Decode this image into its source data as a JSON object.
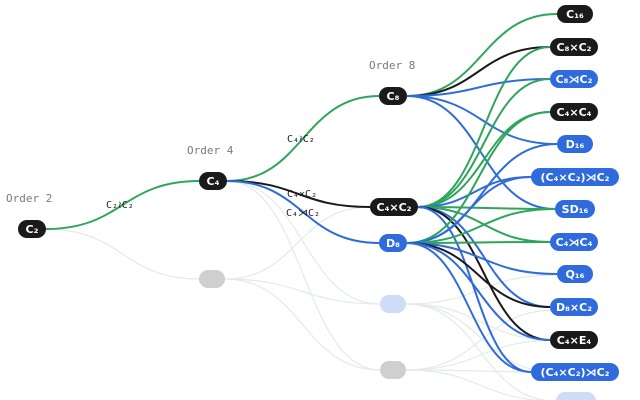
{
  "colors": {
    "background": "#ffffff",
    "green": "#2ea55a",
    "black": "#1a1a1a",
    "blue": "#2f6bdc",
    "ghost_gray": "#cfcfcf",
    "ghost_blue": "#cfdcf5",
    "faint_edge": "#e3ebe6",
    "order_label": "#7a7a7a"
  },
  "order_labels": [
    "Order 2",
    "Order 4",
    "Order 8"
  ],
  "edge_labels": [
    "C₂≀C₂",
    "C₄≀C₂",
    "C₄×C₂",
    "C₄⋊C₂"
  ],
  "nodes": {
    "c2": "C₂",
    "c4": "C₄",
    "c8": "C₈",
    "c4xc2": "C₄×C₂",
    "d8": "D₈",
    "c16": "C₁₆",
    "c8xc2": "C₈×C₂",
    "c8sdc2": "C₈⋊C₂",
    "c4xc4_a": "C₄×C₄",
    "d16": "D₁₆",
    "c4xc2_sd_c2": "(C₄×C₂)⋊C₂",
    "sd16": "SD₁₆",
    "c4sdc4": "C₄⋊C₄",
    "q16": "Q₁₆",
    "d8xc2": "D₈×C₂",
    "c4xe4": "C₄×E₄",
    "c4xc2_sd_c2_b": "(C₄×C₂)⋊C₂"
  }
}
